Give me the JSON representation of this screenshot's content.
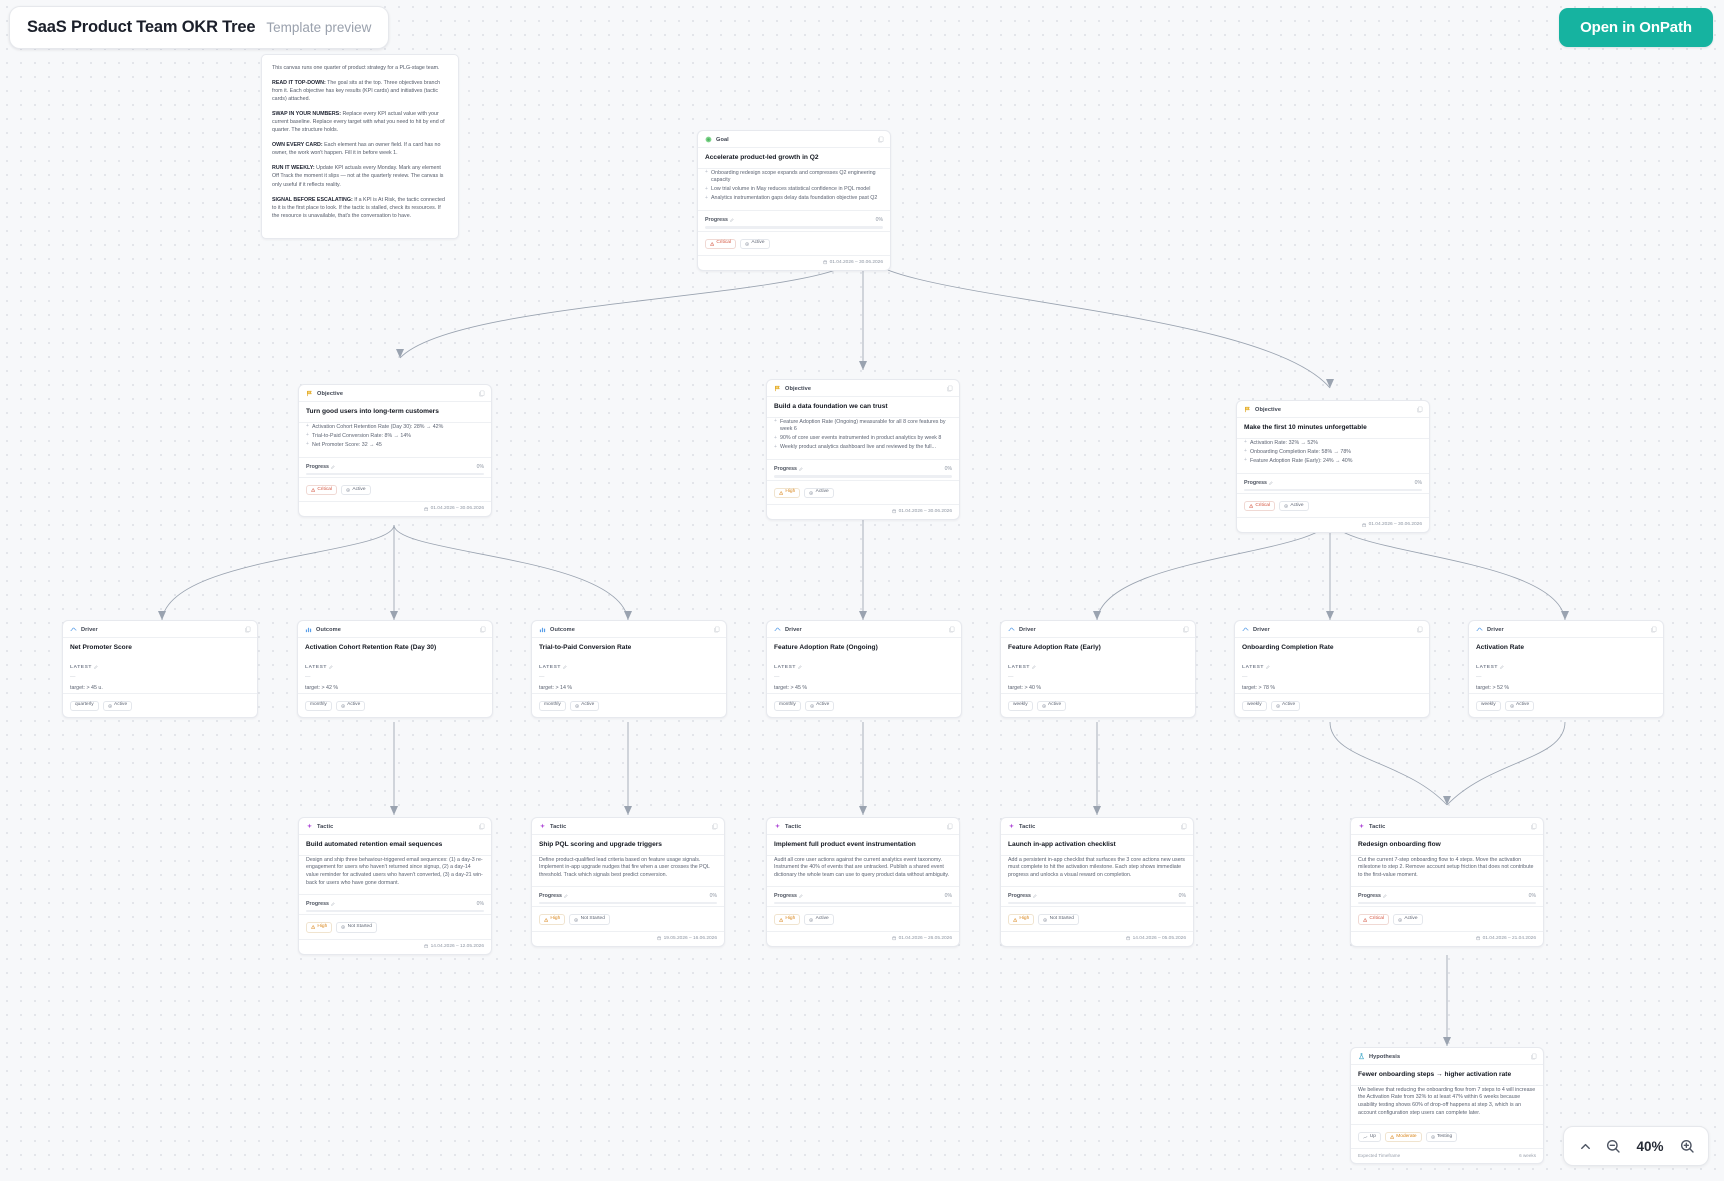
{
  "header": {
    "doc_title": "SaaS Product Team OKR Tree",
    "doc_subtitle": "Template preview",
    "cta_label": "Open in OnPath"
  },
  "zoom_bar": {
    "collapse_icon": "chevron-up-icon",
    "zoom_out_icon": "zoom-out-icon",
    "level": "40%",
    "zoom_in_icon": "zoom-in-icon"
  },
  "note": {
    "intro": "This canvas runs one quarter of product strategy for a PLG-stage team.",
    "paragraphs": [
      {
        "lead": "READ IT TOP-DOWN:",
        "text": " The goal sits at the top. Three objectives branch from it. Each objective has key results (KPI cards) and initiatives (tactic cards) attached."
      },
      {
        "lead": "SWAP IN YOUR NUMBERS:",
        "text": " Replace every KPI actual value with your current baseline. Replace every target with what you need to hit by end of quarter. The structure holds."
      },
      {
        "lead": "OWN EVERY CARD:",
        "text": " Each element has an owner field. If a card has no owner, the work won't happen. Fill it in before week 1."
      },
      {
        "lead": "RUN IT WEEKLY:",
        "text": " Update KPI actuals every Monday. Mark any element Off Track the moment it slips — not at the quarterly review. The canvas is only useful if it reflects reality."
      },
      {
        "lead": "SIGNAL BEFORE ESCALATING:",
        "text": " If a KPI is At Risk, the tactic connected to it is the first place to look. If the tactic is stalled, check its resources. If the resource is unavailable, that's the conversation to have."
      }
    ]
  },
  "labels": {
    "progress": "Progress",
    "latest": "LATEST",
    "value_placeholder": "—",
    "progress_zero": "0%"
  },
  "nodes": [
    {
      "id": "goal",
      "kind": "goal",
      "type_label": "Goal",
      "icon": "goal-circle-icon",
      "title": "Accelerate product-led growth in Q2",
      "bullets": [
        "Onboarding redesign scope expands and compresses Q2 engineering capacity",
        "Low trial volume in May reduces statistical confidence in PQL model",
        "Analytics instrumentation gaps delay data foundation objective past Q2"
      ],
      "progress": "0%",
      "badges": [
        {
          "label": "Critical",
          "style": "crit",
          "icon": "warning-icon"
        },
        {
          "label": "Active",
          "style": "plain",
          "icon": "status-icon"
        }
      ],
      "date": "01.04.2026 – 30.06.2026"
    },
    {
      "id": "obj-retention",
      "kind": "objective",
      "type_label": "Objective",
      "icon": "flag-icon",
      "title": "Turn good users into long-term customers",
      "bullets": [
        "Activation Cohort Retention Rate (Day 30): 28% → 42%",
        "Trial-to-Paid Conversion Rate: 8% → 14%",
        "Net Promoter Score: 32 → 45"
      ],
      "progress": "0%",
      "badges": [
        {
          "label": "Critical",
          "style": "crit",
          "icon": "warning-icon"
        },
        {
          "label": "Active",
          "style": "plain",
          "icon": "status-icon"
        }
      ],
      "date": "01.04.2026 – 30.06.2026"
    },
    {
      "id": "obj-data",
      "kind": "objective",
      "type_label": "Objective",
      "icon": "flag-icon",
      "title": "Build a data foundation we can trust",
      "bullets": [
        "Feature Adoption Rate (Ongoing) measurable for all 8 core features by week 6",
        "90% of core user events instrumented in product analytics by week 8",
        "Weekly product analytics dashboard live and reviewed by the full..."
      ],
      "progress": "0%",
      "badges": [
        {
          "label": "High",
          "style": "high",
          "icon": "warning-icon"
        },
        {
          "label": "Active",
          "style": "plain",
          "icon": "status-icon"
        }
      ],
      "date": "01.04.2026 – 30.06.2026"
    },
    {
      "id": "obj-firstten",
      "kind": "objective",
      "type_label": "Objective",
      "icon": "flag-icon",
      "title": "Make the first 10 minutes unforgettable",
      "bullets": [
        "Activation Rate: 32% → 52%",
        "Onboarding Completion Rate: 58% → 78%",
        "Feature Adoption Rate (Early): 24% → 40%"
      ],
      "progress": "0%",
      "badges": [
        {
          "label": "Critical",
          "style": "crit",
          "icon": "warning-icon"
        },
        {
          "label": "Active",
          "style": "plain",
          "icon": "status-icon"
        }
      ],
      "date": "01.04.2026 – 30.06.2026"
    },
    {
      "id": "kpi-nps",
      "kind": "driver",
      "type_label": "Driver",
      "icon": "driver-chart-icon",
      "title": "Net Promoter Score",
      "latest": "LATEST",
      "value": "—",
      "target": "target: > 45 u.",
      "badges": [
        {
          "label": "quarterly",
          "style": "plain",
          "icon": "none"
        },
        {
          "label": "Active",
          "style": "plain",
          "icon": "status-icon"
        }
      ]
    },
    {
      "id": "kpi-retention",
      "kind": "outcome",
      "type_label": "Outcome",
      "icon": "outcome-chart-icon",
      "title": "Activation Cohort Retention Rate (Day 30)",
      "latest": "LATEST",
      "value": "—",
      "target": "target: > 42 %",
      "badges": [
        {
          "label": "monthly",
          "style": "plain",
          "icon": "none"
        },
        {
          "label": "Active",
          "style": "plain",
          "icon": "status-icon"
        }
      ]
    },
    {
      "id": "kpi-trial",
      "kind": "outcome",
      "type_label": "Outcome",
      "icon": "outcome-chart-icon",
      "title": "Trial-to-Paid Conversion Rate",
      "latest": "LATEST",
      "value": "—",
      "target": "target: > 14 %",
      "badges": [
        {
          "label": "monthly",
          "style": "plain",
          "icon": "none"
        },
        {
          "label": "Active",
          "style": "plain",
          "icon": "status-icon"
        }
      ]
    },
    {
      "id": "kpi-featureongoing",
      "kind": "driver",
      "type_label": "Driver",
      "icon": "driver-chart-icon",
      "title": "Feature Adoption Rate (Ongoing)",
      "latest": "LATEST",
      "value": "—",
      "target": "target: > 45 %",
      "badges": [
        {
          "label": "monthly",
          "style": "plain",
          "icon": "none"
        },
        {
          "label": "Active",
          "style": "plain",
          "icon": "status-icon"
        }
      ]
    },
    {
      "id": "kpi-featureearly",
      "kind": "driver",
      "type_label": "Driver",
      "icon": "driver-chart-icon",
      "title": "Feature Adoption Rate (Early)",
      "latest": "LATEST",
      "value": "—",
      "target": "target: > 40 %",
      "badges": [
        {
          "label": "weekly",
          "style": "plain",
          "icon": "none"
        },
        {
          "label": "Active",
          "style": "plain",
          "icon": "status-icon"
        }
      ]
    },
    {
      "id": "kpi-onboarding",
      "kind": "driver",
      "type_label": "Driver",
      "icon": "driver-chart-icon",
      "title": "Onboarding Completion Rate",
      "latest": "LATEST",
      "value": "—",
      "target": "target: > 78 %",
      "badges": [
        {
          "label": "weekly",
          "style": "plain",
          "icon": "none"
        },
        {
          "label": "Active",
          "style": "plain",
          "icon": "status-icon"
        }
      ]
    },
    {
      "id": "kpi-activation",
      "kind": "driver",
      "type_label": "Driver",
      "icon": "driver-chart-icon",
      "title": "Activation Rate",
      "latest": "LATEST",
      "value": "—",
      "target": "target: > 52 %",
      "badges": [
        {
          "label": "weekly",
          "style": "plain",
          "icon": "none"
        },
        {
          "label": "Active",
          "style": "plain",
          "icon": "status-icon"
        }
      ]
    },
    {
      "id": "tac-email",
      "kind": "tactic",
      "type_label": "Tactic",
      "icon": "tactic-spark-icon",
      "title": "Build automated retention email sequences",
      "desc": "Design and ship three behaviour-triggered email sequences: (1) a day-3 re-engagement for users who haven't returned since signup, (2) a day-14 value reminder for activated users who haven't converted, (3) a day-21 win-back for users who have gone dormant.",
      "progress": "0%",
      "badges": [
        {
          "label": "High",
          "style": "high",
          "icon": "warning-icon"
        },
        {
          "label": "Not Started",
          "style": "plain",
          "icon": "status-icon"
        }
      ],
      "date": "14.04.2026 – 12.05.2026"
    },
    {
      "id": "tac-pql",
      "kind": "tactic",
      "type_label": "Tactic",
      "icon": "tactic-spark-icon",
      "title": "Ship PQL scoring and upgrade triggers",
      "desc": "Define product-qualified lead criteria based on feature usage signals. Implement in-app upgrade nudges that fire when a user crosses the PQL threshold. Track which signals best predict conversion.",
      "progress": "0%",
      "badges": [
        {
          "label": "High",
          "style": "high",
          "icon": "warning-icon"
        },
        {
          "label": "Not Started",
          "style": "plain",
          "icon": "status-icon"
        }
      ],
      "date": "19.05.2026 – 16.06.2026"
    },
    {
      "id": "tac-instrument",
      "kind": "tactic",
      "type_label": "Tactic",
      "icon": "tactic-spark-icon",
      "title": "Implement full product event instrumentation",
      "desc": "Audit all core user actions against the current analytics event taxonomy. Instrument the 40% of events that are untracked. Publish a shared event dictionary the whole team can use to query product data without ambiguity.",
      "progress": "0%",
      "badges": [
        {
          "label": "High",
          "style": "high",
          "icon": "warning-icon"
        },
        {
          "label": "Active",
          "style": "plain",
          "icon": "status-icon"
        }
      ],
      "date": "01.04.2026 – 26.05.2026"
    },
    {
      "id": "tac-checklist",
      "kind": "tactic",
      "type_label": "Tactic",
      "icon": "tactic-spark-icon",
      "title": "Launch in-app activation checklist",
      "desc": "Add a persistent in-app checklist that surfaces the 3 core actions new users must complete to hit the activation milestone. Each step shows immediate progress and unlocks a visual reward on completion.",
      "progress": "0%",
      "badges": [
        {
          "label": "High",
          "style": "high",
          "icon": "warning-icon"
        },
        {
          "label": "Not Started",
          "style": "plain",
          "icon": "status-icon"
        }
      ],
      "date": "14.04.2026 – 05.05.2026"
    },
    {
      "id": "tac-redesign",
      "kind": "tactic",
      "type_label": "Tactic",
      "icon": "tactic-spark-icon",
      "title": "Redesign onboarding flow",
      "desc": "Cut the current 7-step onboarding flow to 4 steps. Move the activation milestone to step 2. Remove account setup friction that does not contribute to the first-value moment.",
      "progress": "0%",
      "badges": [
        {
          "label": "Critical",
          "style": "crit",
          "icon": "warning-icon"
        },
        {
          "label": "Active",
          "style": "plain",
          "icon": "status-icon"
        }
      ],
      "date": "01.04.2026 – 21.04.2026"
    },
    {
      "id": "hyp-onboarding",
      "kind": "hypothesis",
      "type_label": "Hypothesis",
      "icon": "flask-icon",
      "title": "Fewer onboarding steps → higher activation rate",
      "desc": "We believe that reducing the onboarding flow from 7 steps to 4 will increase the Activation Rate from 32% to at least 47% within 6 weeks because usability testing shows 60% of drop-off happens at step 3, which is an account configuration step users can complete later.",
      "badges": [
        {
          "label": "Up",
          "style": "plain",
          "icon": "trend-up-icon"
        },
        {
          "label": "Moderate",
          "style": "high",
          "icon": "warning-icon"
        },
        {
          "label": "Testing",
          "style": "plain",
          "icon": "status-icon"
        }
      ],
      "footer_left": "Expected Timeframe",
      "footer_right": "6 weeks"
    }
  ]
}
